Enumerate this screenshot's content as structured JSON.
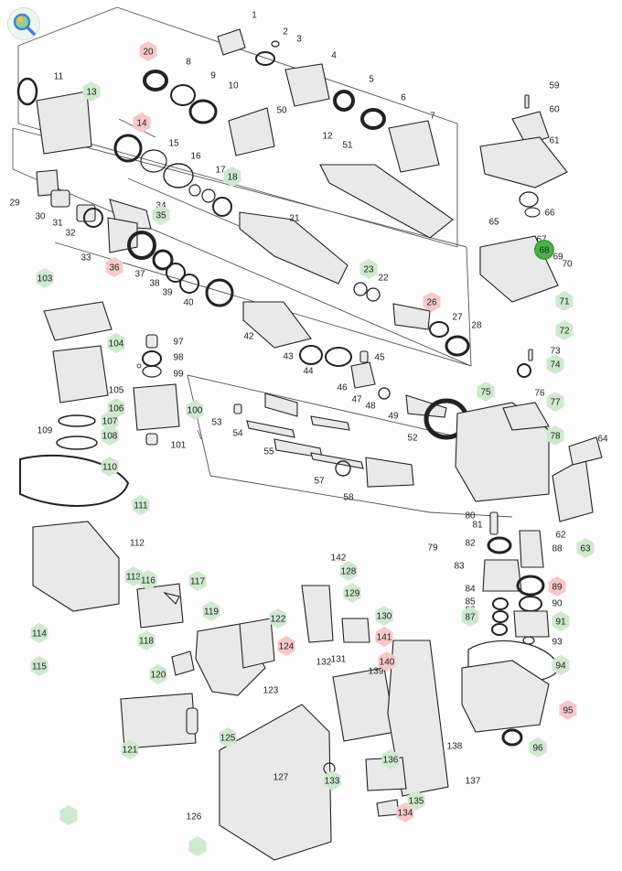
{
  "toolbar": {
    "zoom_icon": "zoom-magnifier-icon"
  },
  "colors": {
    "highlight_green": "#cfe9cf",
    "highlight_red": "#f6c9c9",
    "selected_ring": "#3aa23a",
    "line": "#333333"
  },
  "callouts": [
    {
      "n": "1",
      "state": "plain"
    },
    {
      "n": "2",
      "state": "plain"
    },
    {
      "n": "3",
      "state": "plain"
    },
    {
      "n": "4",
      "state": "plain"
    },
    {
      "n": "5",
      "state": "plain"
    },
    {
      "n": "6",
      "state": "plain"
    },
    {
      "n": "7",
      "state": "plain"
    },
    {
      "n": "8",
      "state": "plain"
    },
    {
      "n": "9",
      "state": "plain"
    },
    {
      "n": "10",
      "state": "plain"
    },
    {
      "n": "11",
      "state": "plain"
    },
    {
      "n": "12",
      "state": "plain"
    },
    {
      "n": "13",
      "state": "green"
    },
    {
      "n": "14",
      "state": "red"
    },
    {
      "n": "15",
      "state": "plain"
    },
    {
      "n": "16",
      "state": "plain"
    },
    {
      "n": "17",
      "state": "plain"
    },
    {
      "n": "18",
      "state": "green"
    },
    {
      "n": "20",
      "state": "red"
    },
    {
      "n": "21",
      "state": "plain"
    },
    {
      "n": "22",
      "state": "plain"
    },
    {
      "n": "23",
      "state": "green"
    },
    {
      "n": "26",
      "state": "red"
    },
    {
      "n": "27",
      "state": "plain"
    },
    {
      "n": "28",
      "state": "plain"
    },
    {
      "n": "29",
      "state": "plain"
    },
    {
      "n": "30",
      "state": "plain"
    },
    {
      "n": "31",
      "state": "plain"
    },
    {
      "n": "32",
      "state": "plain"
    },
    {
      "n": "33",
      "state": "plain"
    },
    {
      "n": "34",
      "state": "plain"
    },
    {
      "n": "35",
      "state": "green"
    },
    {
      "n": "36",
      "state": "red"
    },
    {
      "n": "37",
      "state": "plain"
    },
    {
      "n": "38",
      "state": "plain"
    },
    {
      "n": "39",
      "state": "plain"
    },
    {
      "n": "40",
      "state": "plain"
    },
    {
      "n": "42",
      "state": "plain"
    },
    {
      "n": "43",
      "state": "plain"
    },
    {
      "n": "44",
      "state": "plain"
    },
    {
      "n": "45",
      "state": "plain"
    },
    {
      "n": "46",
      "state": "plain"
    },
    {
      "n": "47",
      "state": "plain"
    },
    {
      "n": "48",
      "state": "plain"
    },
    {
      "n": "49",
      "state": "plain"
    },
    {
      "n": "50",
      "state": "plain"
    },
    {
      "n": "51",
      "state": "plain"
    },
    {
      "n": "52",
      "state": "plain"
    },
    {
      "n": "53",
      "state": "plain"
    },
    {
      "n": "54",
      "state": "plain"
    },
    {
      "n": "55",
      "state": "plain"
    },
    {
      "n": "57",
      "state": "plain"
    },
    {
      "n": "58",
      "state": "plain"
    },
    {
      "n": "59",
      "state": "plain"
    },
    {
      "n": "60",
      "state": "plain"
    },
    {
      "n": "61",
      "state": "plain"
    },
    {
      "n": "62",
      "state": "plain"
    },
    {
      "n": "63",
      "state": "green"
    },
    {
      "n": "64",
      "state": "plain"
    },
    {
      "n": "65",
      "state": "plain"
    },
    {
      "n": "66",
      "state": "plain"
    },
    {
      "n": "67",
      "state": "plain"
    },
    {
      "n": "68",
      "state": "selected"
    },
    {
      "n": "69",
      "state": "plain"
    },
    {
      "n": "70",
      "state": "plain"
    },
    {
      "n": "71",
      "state": "green"
    },
    {
      "n": "72",
      "state": "green"
    },
    {
      "n": "73",
      "state": "plain"
    },
    {
      "n": "74",
      "state": "green"
    },
    {
      "n": "75",
      "state": "green"
    },
    {
      "n": "76",
      "state": "plain"
    },
    {
      "n": "77",
      "state": "green"
    },
    {
      "n": "78",
      "state": "green"
    },
    {
      "n": "79",
      "state": "plain"
    },
    {
      "n": "80",
      "state": "plain"
    },
    {
      "n": "81",
      "state": "plain"
    },
    {
      "n": "82",
      "state": "plain"
    },
    {
      "n": "83",
      "state": "plain"
    },
    {
      "n": "84",
      "state": "plain"
    },
    {
      "n": "85",
      "state": "plain"
    },
    {
      "n": "86",
      "state": "plain"
    },
    {
      "n": "87",
      "state": "green"
    },
    {
      "n": "88",
      "state": "plain"
    },
    {
      "n": "89",
      "state": "red"
    },
    {
      "n": "90",
      "state": "plain"
    },
    {
      "n": "91",
      "state": "green"
    },
    {
      "n": "93",
      "state": "plain"
    },
    {
      "n": "94",
      "state": "green"
    },
    {
      "n": "95",
      "state": "red"
    },
    {
      "n": "96",
      "state": "green"
    },
    {
      "n": "97",
      "state": "plain"
    },
    {
      "n": "98",
      "state": "plain"
    },
    {
      "n": "99",
      "state": "plain"
    },
    {
      "n": "100",
      "state": "green"
    },
    {
      "n": "101",
      "state": "plain"
    },
    {
      "n": "103",
      "state": "green"
    },
    {
      "n": "104",
      "state": "green"
    },
    {
      "n": "105",
      "state": "plain"
    },
    {
      "n": "106",
      "state": "green"
    },
    {
      "n": "107",
      "state": "green"
    },
    {
      "n": "108",
      "state": "green"
    },
    {
      "n": "109",
      "state": "plain"
    },
    {
      "n": "110",
      "state": "green"
    },
    {
      "n": "111",
      "state": "green"
    },
    {
      "n": "112",
      "state": "plain"
    },
    {
      "n": "113",
      "state": "green"
    },
    {
      "n": "114",
      "state": "green"
    },
    {
      "n": "115",
      "state": "green"
    },
    {
      "n": "116",
      "state": "green"
    },
    {
      "n": "117",
      "state": "green"
    },
    {
      "n": "118",
      "state": "green"
    },
    {
      "n": "119",
      "state": "green"
    },
    {
      "n": "120",
      "state": "green"
    },
    {
      "n": "121",
      "state": "green"
    },
    {
      "n": "122",
      "state": "green"
    },
    {
      "n": "123",
      "state": "plain"
    },
    {
      "n": "124",
      "state": "red"
    },
    {
      "n": "125",
      "state": "green"
    },
    {
      "n": "126",
      "state": "plain"
    },
    {
      "n": "127",
      "state": "plain"
    },
    {
      "n": "128",
      "state": "green"
    },
    {
      "n": "129",
      "state": "green"
    },
    {
      "n": "130",
      "state": "green"
    },
    {
      "n": "131",
      "state": "plain"
    },
    {
      "n": "132",
      "state": "plain"
    },
    {
      "n": "133",
      "state": "green"
    },
    {
      "n": "134",
      "state": "red"
    },
    {
      "n": "135",
      "state": "green"
    },
    {
      "n": "136",
      "state": "green"
    },
    {
      "n": "137",
      "state": "plain"
    },
    {
      "n": "138",
      "state": "plain"
    },
    {
      "n": "139",
      "state": "plain"
    },
    {
      "n": "140",
      "state": "red"
    },
    {
      "n": "141",
      "state": "red"
    },
    {
      "n": "142",
      "state": "plain"
    },
    {
      "n": "",
      "state": "green"
    },
    {
      "n": "",
      "state": "green"
    }
  ]
}
